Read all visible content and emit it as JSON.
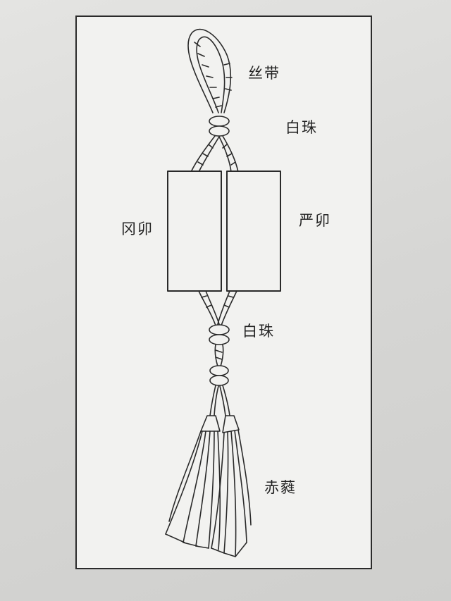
{
  "labels": {
    "silk_cord": "丝带",
    "white_bead_top": "白珠",
    "gangmao": "冈卯",
    "yanmao": "严卯",
    "white_bead_bottom": "白珠",
    "red_tassel": "赤蕤"
  }
}
